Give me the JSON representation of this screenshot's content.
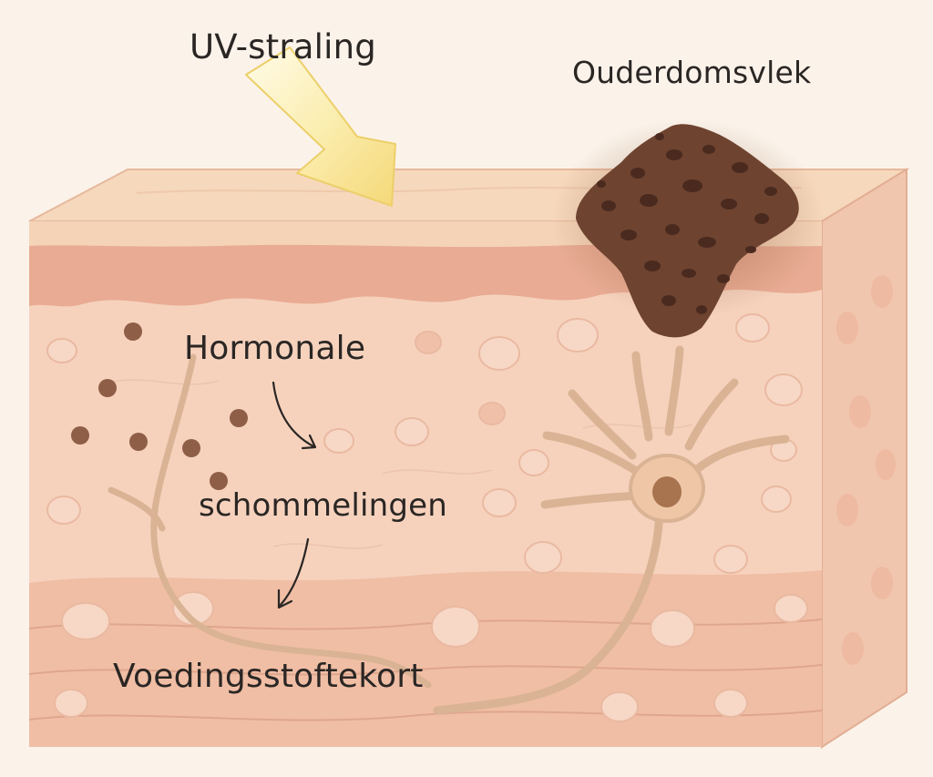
{
  "labels": {
    "uv": "UV-straling",
    "spot": "Ouderdomsvlek",
    "hormonal": "Hormonale",
    "fluctuations": "schommelingen",
    "nutrient": "Voedingsstoftekort"
  },
  "colors": {
    "background": "#fbf3ea",
    "top_surface": "#f6d8bc",
    "epidermis": "#e9ab93",
    "dermis": "#f6d2bd",
    "side_face": "#f1c6ae",
    "age_spot": "#6e4330",
    "nerve": "#d9b394",
    "uv_arrow": "#f7e08a",
    "text": "#2a2624"
  },
  "icons": {
    "uv": "uv-ray-arrow-icon",
    "spot": "age-spot-icon",
    "neuron": "melanocyte-icon",
    "pigment": "pigment-granule-icon"
  }
}
